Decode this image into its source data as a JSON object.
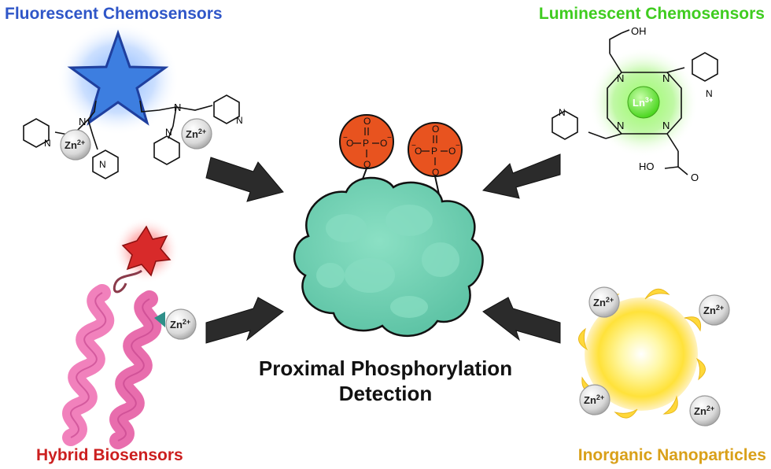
{
  "quadrants": {
    "fluorescent": {
      "title": "Fluorescent Chemosensors",
      "color": "#2f56c8"
    },
    "luminescent": {
      "title": "Luminescent Chemosensors",
      "color": "#3fcc1f"
    },
    "hybrid": {
      "title": "Hybrid Biosensors",
      "color": "#cc1f1f"
    },
    "inorganic": {
      "title": "Inorganic Nanoparticles",
      "color": "#d9a019"
    }
  },
  "center": {
    "line1": "Proximal Phosphorylation",
    "line2": "Detection"
  },
  "labels": {
    "zn": "Zn",
    "zn_charge": "2+",
    "ln": "Ln",
    "ln_charge": "3+",
    "nitrogen": "N",
    "oh": "OH",
    "ho": "HO",
    "oxygen": "O",
    "phosphorus": "P",
    "minus": "−"
  },
  "colors": {
    "protein": "#73d2b5",
    "phosphate": "#e8531f",
    "arrow": "#2b2b2b",
    "star_blue": "#3d7ee0",
    "star_red": "#d82a2a",
    "helix": "#f07ab8",
    "sun": "#ffe35a"
  }
}
